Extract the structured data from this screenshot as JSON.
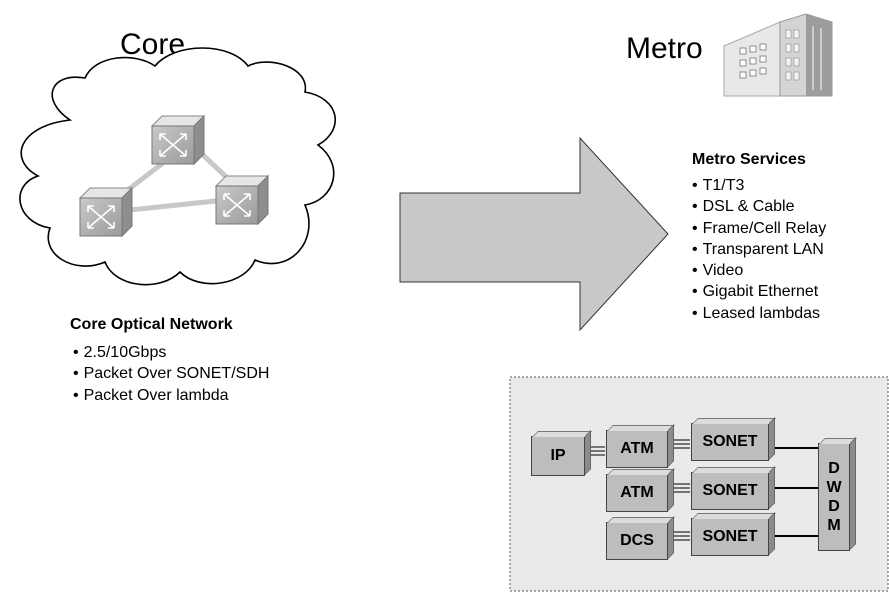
{
  "core": {
    "title": "Core",
    "heading": "Core Optical Network",
    "items": [
      "2.5/10Gbps",
      "Packet Over SONET/SDH",
      "Packet Over lambda"
    ]
  },
  "metro": {
    "title": "Metro",
    "heading": "Metro Services",
    "items": [
      "T1/T3",
      "DSL & Cable",
      "Frame/Cell Relay",
      "Transparent LAN",
      "Video",
      "Gigabit Ethernet",
      "Leased lambdas"
    ]
  },
  "stack": {
    "ip": "IP",
    "atm": "ATM",
    "dcs": "DCS",
    "sonet": "SONET",
    "dwdm": [
      "D",
      "W",
      "D",
      "M"
    ]
  },
  "icons": {
    "cloud": "cloud-icon",
    "switch": "optical-switch-icon",
    "building": "office-building-icon",
    "arrow": "right-arrow-icon"
  }
}
